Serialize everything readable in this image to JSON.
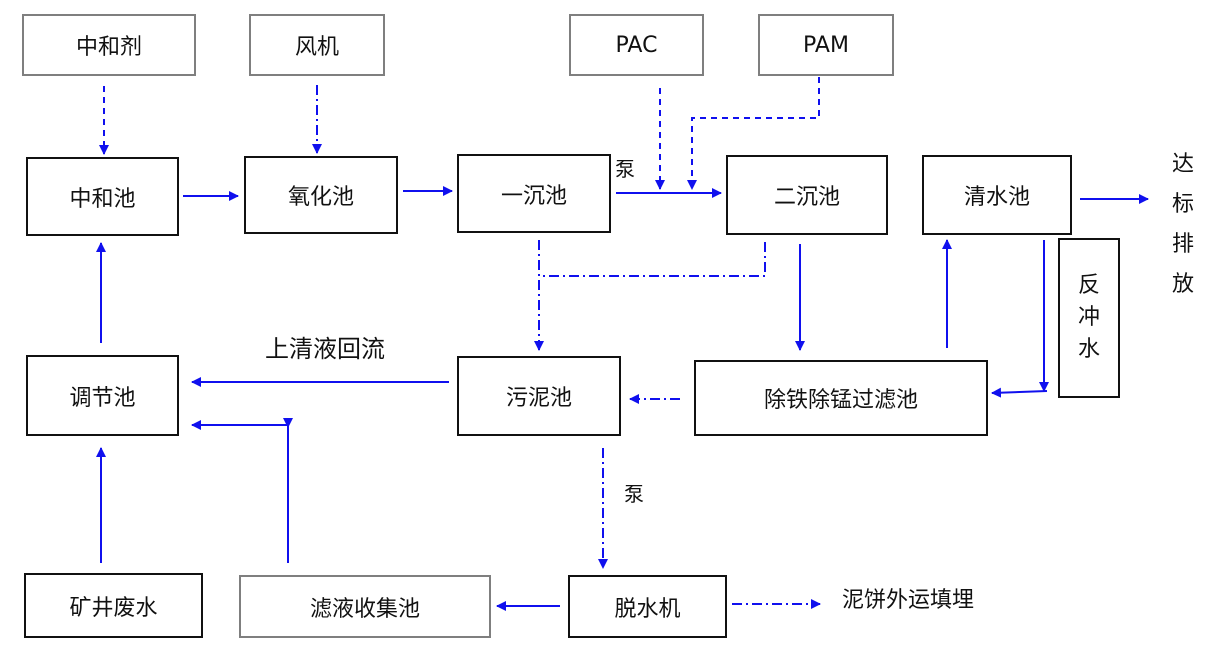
{
  "colors": {
    "arrow": "#1010ee",
    "box_border": "#111111",
    "input_border": "#7f7f7f"
  },
  "inputs": {
    "neutralizer": "中和剂",
    "blower": "风机",
    "pac": "PAC",
    "pam": "PAM"
  },
  "tanks": {
    "neutralization": "中和池",
    "oxidation": "氧化池",
    "primary_settling": "一沉池",
    "secondary_settling": "二沉池",
    "clear_water": "清水池",
    "regulating": "调节池",
    "sludge": "污泥池",
    "iron_manganese_filter": "除铁除锰过滤池",
    "mine_water": "矿井废水",
    "filtrate_collection": "滤液收集池",
    "dewatering_machine": "脱水机"
  },
  "backwash": [
    "反",
    "冲",
    "水"
  ],
  "discharge": [
    "达",
    "标",
    "排",
    "放"
  ],
  "labels": {
    "pump_top": "泵",
    "pump_bottom": "泵",
    "supernatant_return": "上清液回流",
    "sludge_cake": "泥饼外运填埋"
  }
}
